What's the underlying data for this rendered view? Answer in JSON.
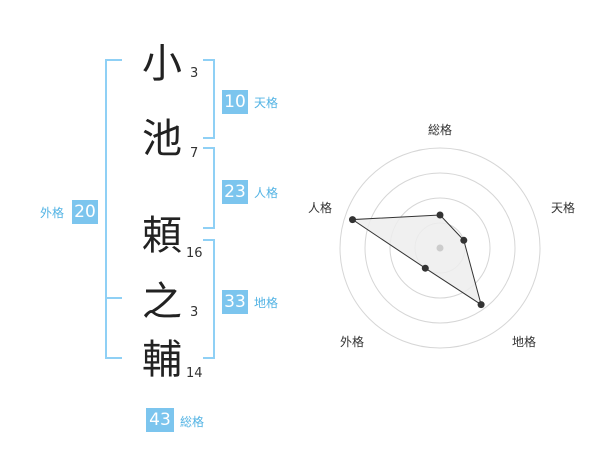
{
  "name": {
    "chars": [
      {
        "char": "小",
        "strokes": "3"
      },
      {
        "char": "池",
        "strokes": "7"
      },
      {
        "char": "頼",
        "strokes": "16"
      },
      {
        "char": "之",
        "strokes": "3"
      },
      {
        "char": "輔",
        "strokes": "14"
      }
    ]
  },
  "kaku": {
    "tenkaku": {
      "value": "10",
      "label": "天格"
    },
    "jinkaku": {
      "value": "23",
      "label": "人格"
    },
    "chikaku": {
      "value": "33",
      "label": "地格"
    },
    "gaikaku": {
      "value": "20",
      "label": "外格"
    },
    "soukaku": {
      "value": "43",
      "label": "総格"
    }
  },
  "colors": {
    "bracket": "#8fd0f5",
    "badge_bg": "#7cc5ee",
    "badge_text": "#ffffff",
    "label_text": "#52b3e4",
    "radar_ring": "#d6d6d6",
    "radar_fill": "#ededed",
    "radar_line": "#333333"
  },
  "chart_data": {
    "type": "radar",
    "axes": [
      "総格",
      "天格",
      "地格",
      "外格",
      "人格"
    ],
    "rings": 4,
    "values": [
      0.33,
      0.25,
      0.7,
      0.25,
      0.92
    ]
  }
}
